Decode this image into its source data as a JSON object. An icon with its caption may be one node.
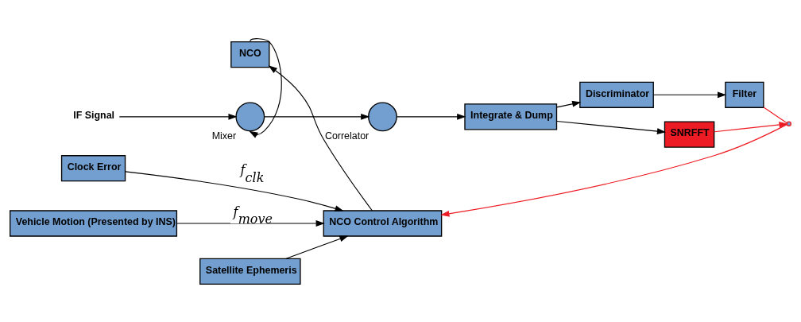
{
  "diagram": {
    "nodes": [
      {
        "text": [
          "IF Signal"
        ]
      },
      {
        "text": [],
        "shape": "circle",
        "beside": [
          "Mixer"
        ]
      },
      {
        "text": [],
        "shape": "circle",
        "beside": [
          "Correlator"
        ]
      },
      {
        "text": [
          "Integrate & Dump"
        ]
      },
      {
        "text": [
          "Discriminator"
        ]
      },
      {
        "text": [
          "Filter"
        ]
      },
      {
        "text": [
          "SNRFFT"
        ]
      },
      {
        "text": [],
        "shape": "switch"
      },
      {
        "text": [
          "NCO Control Algorithm"
        ]
      },
      {
        "text": [
          "NCO"
        ]
      },
      {
        "text": [
          "Clock Error"
        ]
      },
      {
        "text": [
          "Vehicle Motion (Presented by INS)"
        ]
      },
      {
        "text": [
          "Satellite Ephemeris"
        ]
      }
    ],
    "edges": [
      {
        "from": 0,
        "to": 1,
        "arrow": "to"
      },
      {
        "from": 1,
        "to": 2,
        "arrow": "to"
      },
      {
        "from": 2,
        "to": 3,
        "arrow": "to"
      },
      {
        "from": 3,
        "to": 4,
        "arrow": "to"
      },
      {
        "from": 4,
        "to": 5,
        "arrow": "to"
      },
      {
        "from": 3,
        "to": 6,
        "arrow": "to"
      },
      {
        "from": 5,
        "to": 7,
        "arrow": "none",
        "color": "#ed1c24"
      },
      {
        "from": 6,
        "to": 7,
        "arrow": "to",
        "color": "#ed1c24"
      },
      {
        "from": 7,
        "to": 8,
        "arrow": "to",
        "color": "#ed1c24"
      },
      {
        "from": 8,
        "to": 9,
        "arrow": "to"
      },
      {
        "from": 9,
        "to": 1,
        "arrow": "to"
      },
      {
        "from": 10,
        "to": 8,
        "arrow": "to",
        "label": "f$_{clk}$"
      },
      {
        "from": 11,
        "to": 8,
        "arrow": "to",
        "label": "f$_{move}$"
      },
      {
        "from": 12,
        "to": 8,
        "arrow": "to"
      }
    ]
  }
}
